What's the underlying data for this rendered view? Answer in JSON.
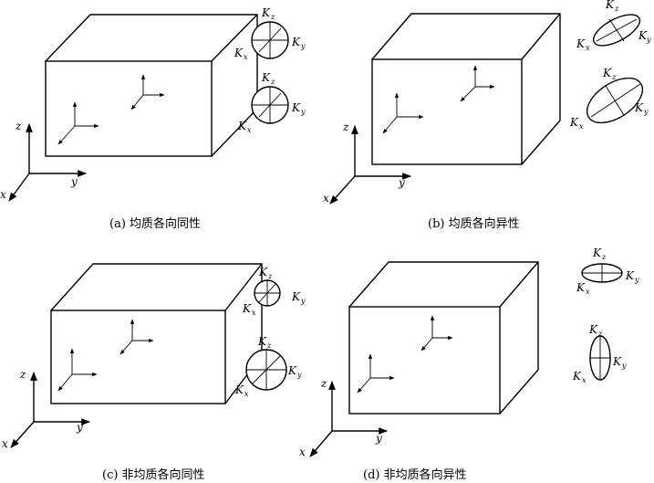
{
  "captions": {
    "a": "(a) 均质各向同性",
    "b": "(b) 均质各向异性",
    "c": "(c) 非均质各向同性",
    "d": "(d) 非均质各向异性"
  },
  "axes": {
    "x": "x",
    "y": "y",
    "z": "z"
  },
  "K": {
    "main": "K",
    "x": "x",
    "y": "y",
    "z": "z"
  }
}
